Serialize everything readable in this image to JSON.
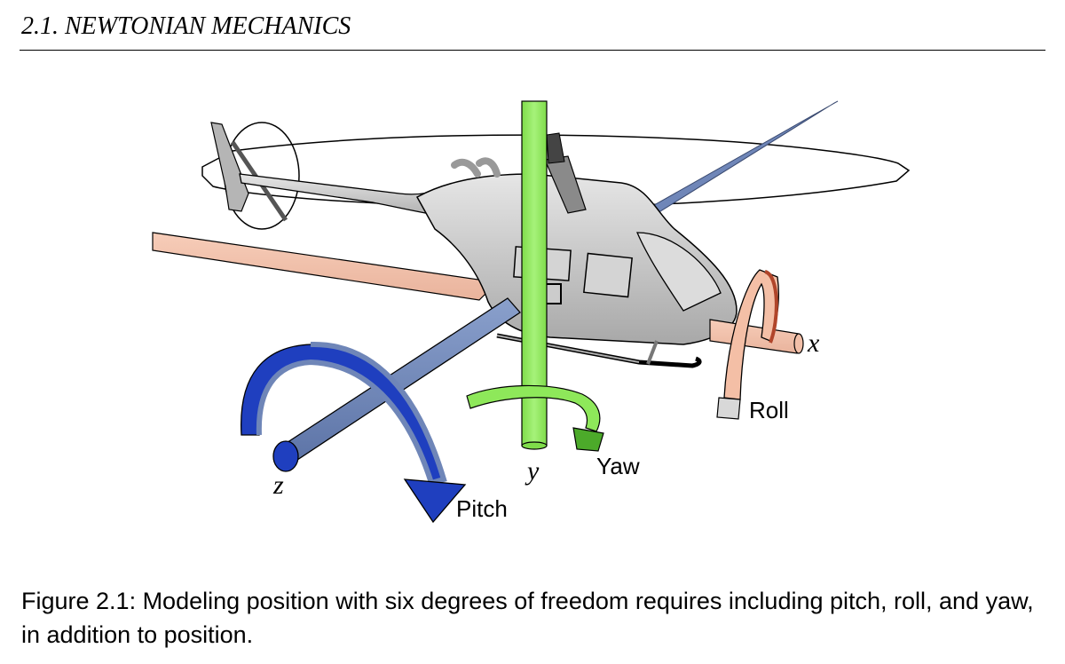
{
  "page": {
    "running_head": "2.1. NEWTONIAN MECHANICS"
  },
  "figure": {
    "subject": "helicopter",
    "axes": [
      {
        "name": "x",
        "label": "x",
        "color": "#f2bfa8"
      },
      {
        "name": "y",
        "label": "y",
        "color": "#8ee85a"
      },
      {
        "name": "z",
        "label": "z",
        "color": "#6f86b8"
      }
    ],
    "rotations": [
      {
        "name": "pitch",
        "label": "Pitch",
        "axis": "z",
        "color": "#1f3fbf"
      },
      {
        "name": "yaw",
        "label": "Yaw",
        "axis": "y",
        "color": "#4caa2a"
      },
      {
        "name": "roll",
        "label": "Roll",
        "axis": "x",
        "color": "#e8a890"
      }
    ],
    "caption": "Figure 2.1: Modeling position with six degrees of freedom requires including pitch, roll, and yaw, in addition to position."
  }
}
